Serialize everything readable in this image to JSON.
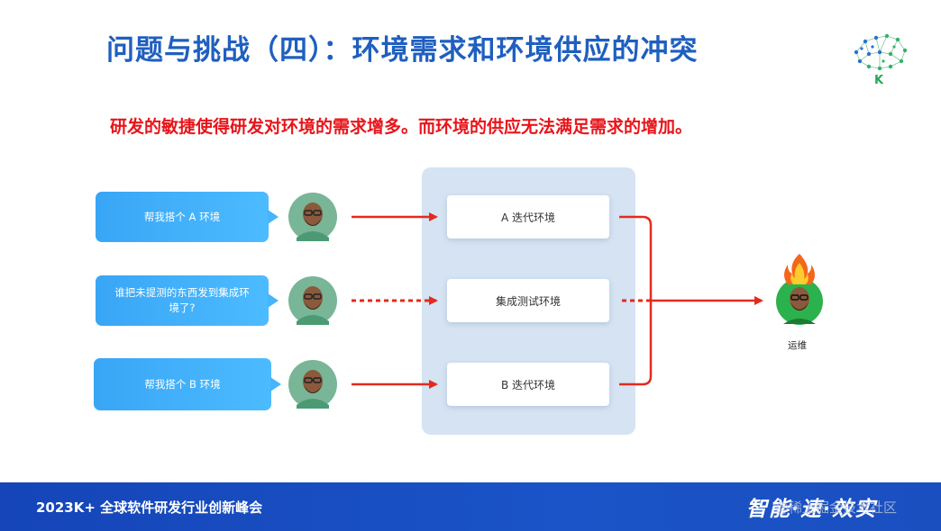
{
  "title": "问题与挑战（四）：环境需求和环境供应的冲突",
  "subtitle": "研发的敏捷使得研发对环境的需求增多。而环境的供应无法满足需求的增加。",
  "logo": {
    "letter": "K",
    "icon": "brain-network-logo"
  },
  "requests": [
    {
      "text": "帮我搭个 A 环境"
    },
    {
      "text": "谁把未提测的东西发到集成环境了?"
    },
    {
      "text": "帮我搭个 B 环境"
    }
  ],
  "environments": [
    {
      "label": "A 迭代环境"
    },
    {
      "label": "集成测试环境"
    },
    {
      "label": "B 迭代环境"
    }
  ],
  "ops": {
    "label": "运维",
    "icon": "fire-icon"
  },
  "colors": {
    "title": "#1f5fbf",
    "subtitle": "#e8141a",
    "arrow": "#e42a1e",
    "footer": "#1a4fc0"
  },
  "footer": {
    "event": "2023K+ 全球软件研发行业创新峰会",
    "slogan": "智能·速·效实",
    "watermark": "@稀土掘金技术社区"
  }
}
